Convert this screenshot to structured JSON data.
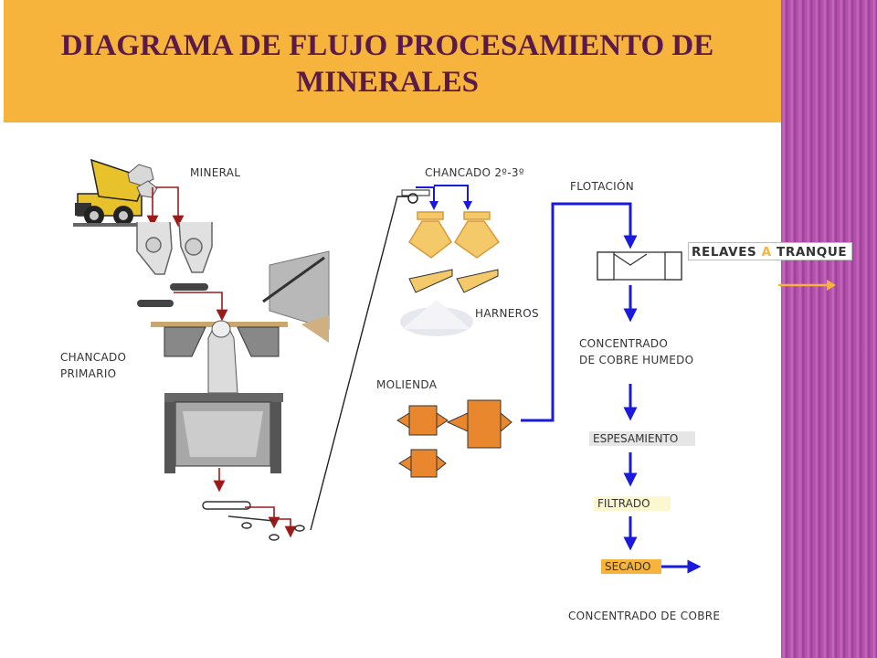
{
  "title": "DIAGRAMA DE FLUJO PROCESAMIENTO DE\nMINERALES",
  "labels": {
    "mineral": "MINERAL",
    "chancado_primario": "CHANCADO\nPRIMARIO",
    "chancado_secundario": "CHANCADO 2º-3º",
    "harneros": "HARNEROS",
    "molienda": "MOLIENDA",
    "flotacion": "FLOTACIÓN",
    "concentrado_humedo": "CONCENTRADO\nDE COBRE HUMEDO",
    "espesamiento": "ESPESAMIENTO",
    "filtrado": "FILTRADO",
    "secado": "SECADO",
    "concentrado_cobre": "CONCENTRADO DE COBRE"
  },
  "relaves": {
    "pre": "RELAVES ",
    "a": "A",
    "post": " TRANQUE"
  },
  "colors": {
    "title_bg": "#f6b43c",
    "title_text": "#5a1a4a",
    "flow_blue": "#1a1adb",
    "flow_red": "#9b1b1b",
    "side_band": "#b04aa8",
    "mill_orange": "#e8872e",
    "cone_yellow": "#f3c96a"
  }
}
